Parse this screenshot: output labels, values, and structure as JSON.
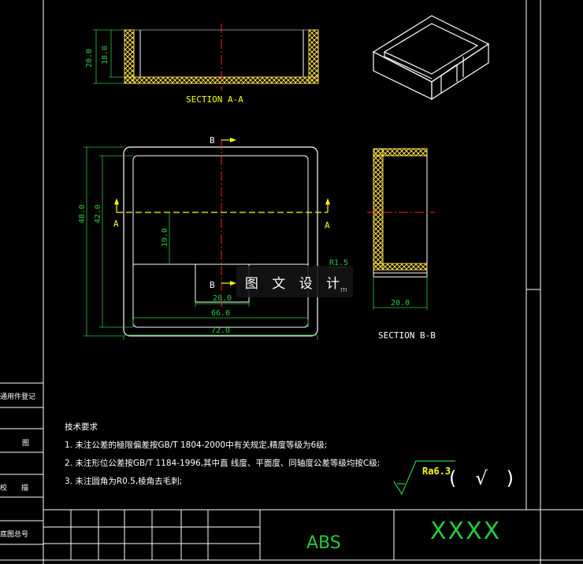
{
  "drawing": {
    "section_aa_label": "SECTION A-A",
    "section_bb_label": "SECTION B-B",
    "dim_20_0": "20.0",
    "dim_18_0": "18.0",
    "dim_48_0": "48.0",
    "dim_42_0": "42.0",
    "dim_19_0": "19.0",
    "dim_20_0_slot": "20.0",
    "dim_66_0": "66.0",
    "dim_72_0": "72.0",
    "dim_20_0_bb": "20.0",
    "radius_label": "R1.5",
    "marker_a": "A",
    "marker_b": "B"
  },
  "watermark": {
    "text": "图 文 设 计",
    "sub": "m"
  },
  "notes": {
    "title": "技术要求",
    "line1": "1. 未注公差的極限偏差按GB/T 1804-2000中有关规定,精度等级为6级;",
    "line2": "2. 未注形位公差按GB/T 1184-1996,其中直 线度、平面度、同轴度公差等级均按C级;",
    "line3": "3. 未注圆角为R0.5,棱角去毛刺;"
  },
  "side_table": {
    "cell1": "通用件登记",
    "cell2": "图",
    "cell3": "校　　描",
    "cell4": "底图总号"
  },
  "roughness": {
    "value": "Ra6.3",
    "paren": "(　√　)"
  },
  "title_block": {
    "material": "ABS",
    "name": "XXXX"
  },
  "colors": {
    "line_white": "#ffffff",
    "dim_green": "#27c93f",
    "hatch_yellow": "#ffe24a",
    "center_red": "#ff2020",
    "label_yellow": "#ffff00"
  }
}
